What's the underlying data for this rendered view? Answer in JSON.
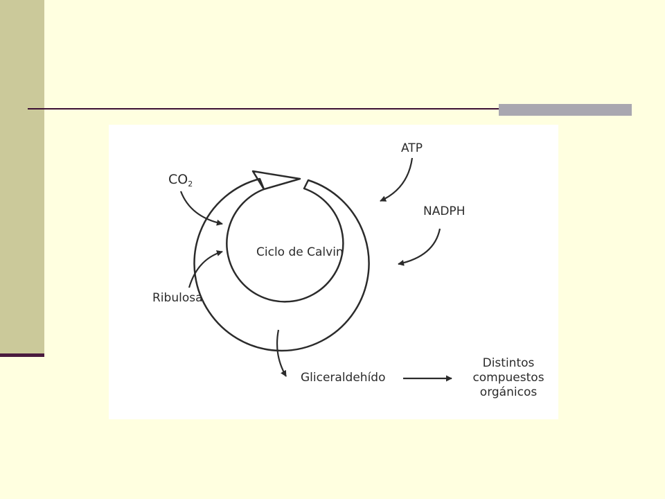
{
  "diagram": {
    "center_label": "Ciclo de Calvin",
    "inputs": {
      "co2": {
        "main": "CO",
        "subscript": "2"
      },
      "atp": "ATP",
      "nadph": "NADPH",
      "ribulosa": "Ribulosa"
    },
    "output": "Gliceraldehído",
    "final_product_lines": [
      "Distintos",
      "compuestos",
      "orgánicos"
    ]
  }
}
